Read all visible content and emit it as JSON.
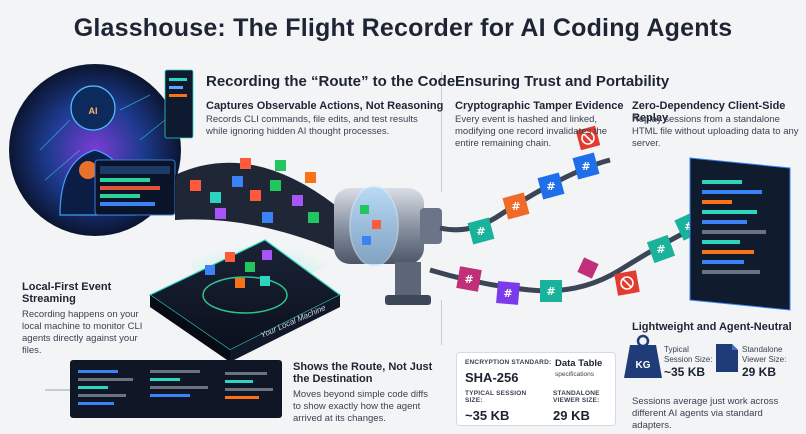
{
  "title": "Glasshouse: The Flight Recorder for AI Coding Agents",
  "route": {
    "heading": "Recording the “Route” to the Code",
    "sub": "Captures Observable Actions, Not Reasoning",
    "text": "Records CLI commands, file edits, and test results while ignoring hidden AI thought processes."
  },
  "trust": {
    "heading": "Ensuring Trust and Portability",
    "tamper_title": "Cryptographic Tamper Evidence",
    "tamper_text": "Every event is hashed and linked, modifying one record invalidates the entire remaining chain.",
    "replay_title": "Zero-Dependency Client-Side Replay",
    "replay_text": "Replay sessions from a standalone HTML file without uploading data to any server."
  },
  "local": {
    "title": "Local-First Event Streaming",
    "text": "Recording happens on your local machine to monitor CLI agents directly against your files.",
    "platform_label": "Your Local Machine",
    "ai_badge": "AI"
  },
  "shows": {
    "title": "Shows the Route, Not Just the Destination",
    "text": "Moves beyond simple code diffs to show exactly how the agent arrived at its changes."
  },
  "card": {
    "enc_label": "ENCRYPTION STANDARD:",
    "enc_value": "SHA-256",
    "table_title": "Data Table",
    "table_sub": "specifications",
    "session_label": "TYPICAL SESSION SIZE:",
    "session_value": "~35 KB",
    "viewer_label": "STANDALONE VIEWER SIZE:",
    "viewer_value": "29 KB"
  },
  "light": {
    "title": "Lightweight and Agent-Neutral",
    "kg": "KG",
    "session_label": "Typical Session Size:",
    "session_value": "~35 KB",
    "viewer_label": "Standalone Viewer Size:",
    "viewer_value": "29 KB",
    "text": "Sessions average just work across different AI agents via standard adapters."
  },
  "chain_glyph": "#",
  "colors": {
    "accent_blue": "#1f6feb",
    "teal": "#19b39b",
    "magenta": "#c0307a",
    "red": "#e23b2f",
    "orange": "#f06a2a",
    "dark_navy": "#0f1b33"
  }
}
